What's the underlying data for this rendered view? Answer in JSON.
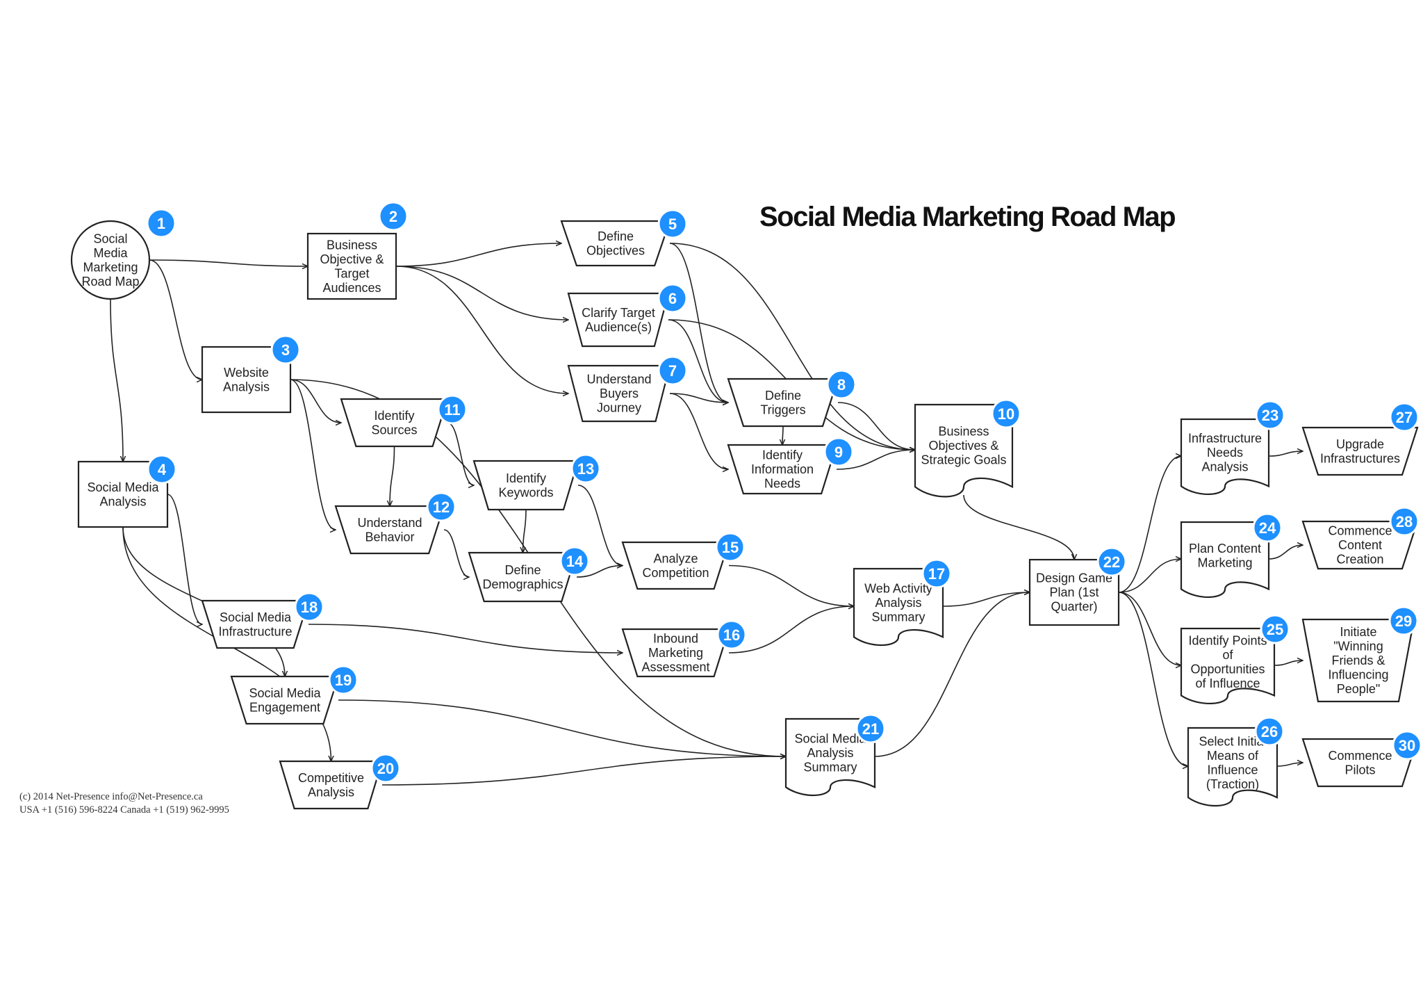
{
  "title": "Social Media Marketing Road Map",
  "footer": {
    "line1": "(c) 2014   Net-Presence info@Net-Presence.ca",
    "line2": "USA +1 (516) 596-8224  Canada +1 (519) 962-9995"
  },
  "badge_color": "#1e90ff",
  "nodes": [
    {
      "id": 1,
      "shape": "circle",
      "lines": [
        "Social",
        "Media",
        "Marketing",
        "Road Map"
      ]
    },
    {
      "id": 2,
      "shape": "process",
      "lines": [
        "Business",
        "Objective &",
        "Target",
        "Audiences"
      ]
    },
    {
      "id": 3,
      "shape": "process",
      "lines": [
        "Website",
        "Analysis"
      ]
    },
    {
      "id": 4,
      "shape": "process",
      "lines": [
        "Social Media",
        "Analysis"
      ]
    },
    {
      "id": 5,
      "shape": "manual-operation",
      "lines": [
        "Define",
        "Objectives"
      ]
    },
    {
      "id": 6,
      "shape": "manual-operation",
      "lines": [
        "Clarify Target",
        "Audience(s)"
      ]
    },
    {
      "id": 7,
      "shape": "manual-operation",
      "lines": [
        "Understand",
        "Buyers",
        "Journey"
      ]
    },
    {
      "id": 8,
      "shape": "manual-operation",
      "lines": [
        "Define",
        "Triggers"
      ]
    },
    {
      "id": 9,
      "shape": "manual-operation",
      "lines": [
        "Identify",
        "Information",
        "Needs"
      ]
    },
    {
      "id": 10,
      "shape": "document",
      "lines": [
        "Business",
        "Objectives &",
        "Strategic Goals"
      ]
    },
    {
      "id": 11,
      "shape": "manual-operation",
      "lines": [
        "Identify",
        "Sources"
      ]
    },
    {
      "id": 12,
      "shape": "manual-operation",
      "lines": [
        "Understand",
        "Behavior"
      ]
    },
    {
      "id": 13,
      "shape": "manual-operation",
      "lines": [
        "Identify",
        "Keywords"
      ]
    },
    {
      "id": 14,
      "shape": "manual-operation",
      "lines": [
        "Define",
        "Demographics"
      ]
    },
    {
      "id": 15,
      "shape": "manual-operation",
      "lines": [
        "Analyze",
        "Competition"
      ]
    },
    {
      "id": 16,
      "shape": "manual-operation",
      "lines": [
        "Inbound",
        "Marketing",
        "Assessment"
      ]
    },
    {
      "id": 17,
      "shape": "document",
      "lines": [
        "Web Activity",
        "Analysis",
        "Summary"
      ]
    },
    {
      "id": 18,
      "shape": "manual-operation",
      "lines": [
        "Social Media",
        "Infrastructure"
      ]
    },
    {
      "id": 19,
      "shape": "manual-operation",
      "lines": [
        "Social Media",
        "Engagement"
      ]
    },
    {
      "id": 20,
      "shape": "manual-operation",
      "lines": [
        "Competitive",
        "Analysis"
      ]
    },
    {
      "id": 21,
      "shape": "document",
      "lines": [
        "Social Media",
        "Analysis",
        "Summary"
      ]
    },
    {
      "id": 22,
      "shape": "process",
      "lines": [
        "Design Game",
        "Plan (1st",
        "Quarter)"
      ]
    },
    {
      "id": 23,
      "shape": "document",
      "lines": [
        "Infrastructure",
        "Needs",
        "Analysis"
      ]
    },
    {
      "id": 24,
      "shape": "document",
      "lines": [
        "Plan Content",
        "Marketing"
      ]
    },
    {
      "id": 25,
      "shape": "document",
      "lines": [
        "Identify Points",
        "of",
        "Opportunities",
        "of Influence"
      ]
    },
    {
      "id": 26,
      "shape": "document",
      "lines": [
        "Select Initial",
        "Means of",
        "Influence",
        "(Traction)"
      ]
    },
    {
      "id": 27,
      "shape": "manual-operation",
      "lines": [
        "Upgrade",
        "Infrastructures"
      ]
    },
    {
      "id": 28,
      "shape": "manual-operation",
      "lines": [
        "Commence",
        "Content",
        "Creation"
      ]
    },
    {
      "id": 29,
      "shape": "manual-operation",
      "lines": [
        "Initiate",
        "\"Winning",
        "Friends &",
        "Influencing",
        "People\""
      ]
    },
    {
      "id": 30,
      "shape": "manual-operation",
      "lines": [
        "Commence",
        "Pilots"
      ]
    }
  ],
  "edges": [
    [
      1,
      2
    ],
    [
      1,
      3
    ],
    [
      1,
      4
    ],
    [
      2,
      5
    ],
    [
      2,
      6
    ],
    [
      2,
      7
    ],
    [
      5,
      8
    ],
    [
      5,
      10
    ],
    [
      6,
      8
    ],
    [
      6,
      10
    ],
    [
      7,
      8
    ],
    [
      7,
      9
    ],
    [
      8,
      9
    ],
    [
      8,
      10
    ],
    [
      9,
      10
    ],
    [
      3,
      11
    ],
    [
      3,
      12
    ],
    [
      3,
      21
    ],
    [
      11,
      12
    ],
    [
      11,
      13
    ],
    [
      12,
      14
    ],
    [
      13,
      14
    ],
    [
      13,
      15
    ],
    [
      14,
      15
    ],
    [
      15,
      17
    ],
    [
      16,
      17
    ],
    [
      17,
      22
    ],
    [
      10,
      22
    ],
    [
      4,
      18
    ],
    [
      4,
      19
    ],
    [
      4,
      20
    ],
    [
      18,
      16
    ],
    [
      19,
      21
    ],
    [
      20,
      21
    ],
    [
      21,
      22
    ],
    [
      22,
      23
    ],
    [
      22,
      24
    ],
    [
      22,
      25
    ],
    [
      22,
      26
    ],
    [
      23,
      27
    ],
    [
      24,
      28
    ],
    [
      25,
      29
    ],
    [
      26,
      30
    ]
  ]
}
